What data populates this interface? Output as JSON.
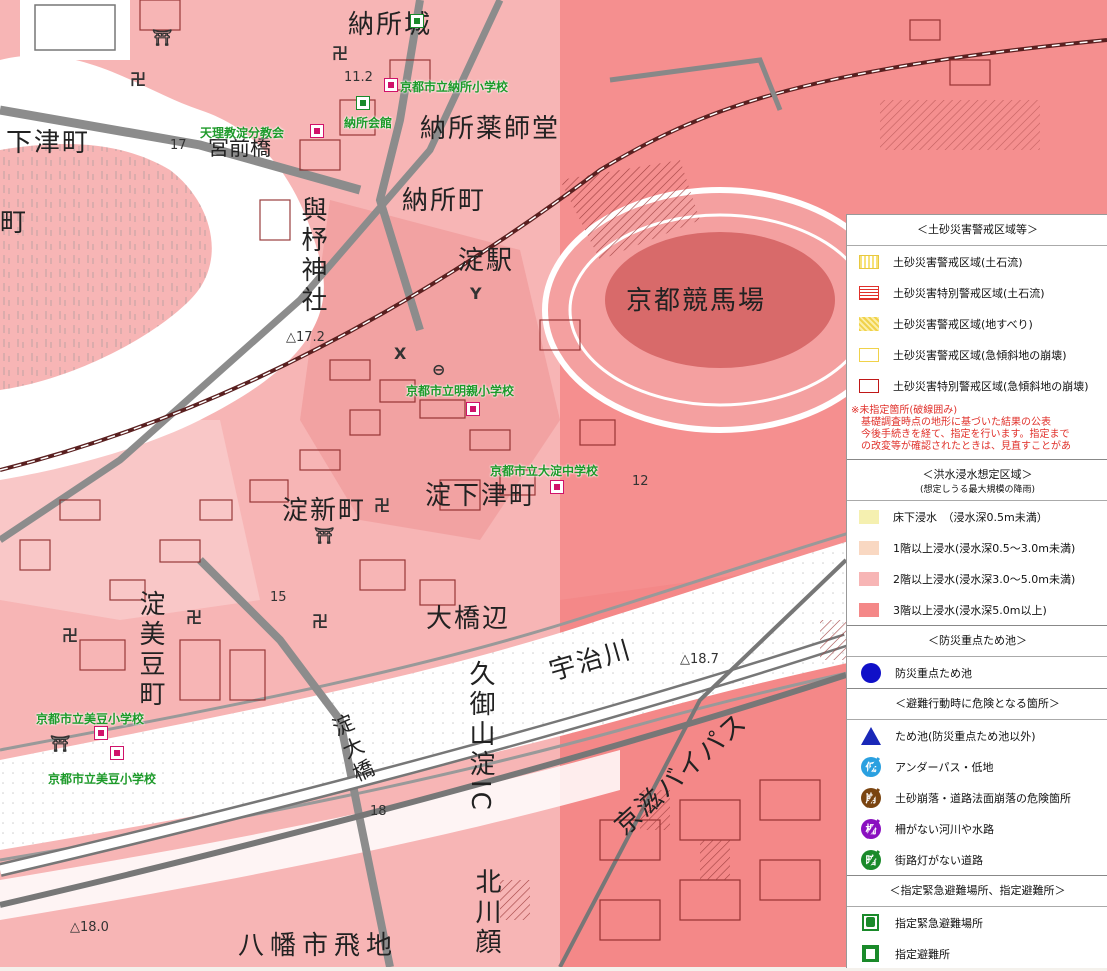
{
  "map": {
    "place_labels": {
      "nouso_jou": "納所城",
      "nouso_yakushido": "納所薬師堂",
      "nouso_machi": "納所町",
      "shimozu_machi_left": "下津町",
      "miyamae_bashi": "宮前橋",
      "yodo_eki": "淀駅",
      "kyoto_keibajo": "京都競馬場",
      "yoto_jinja": "與杼神社",
      "yodo_shinmachi": "淀新町",
      "yodo_shimozu_machi": "淀下津町",
      "ohashibe": "大橋辺",
      "ujigawa": "宇治川",
      "yodo_mizu_machi": "淀美豆町",
      "kumiyama_yodo_ic": "久御山淀IC",
      "yodo_ohashi": "淀大橋",
      "keiji_bypass": "京滋バイパス",
      "kitakawazura": "北川顔",
      "yawata_tobichi": "八幡市飛地",
      "left_edge_cho": "町"
    },
    "facility_labels": {
      "nouso_elementary": "京都市立納所小学校",
      "tenri_church": "天理教淀分教会",
      "nouso_hall": "納所会館",
      "meichin_elementary": "京都市立明親小学校",
      "yodo_junior_high": "京都市立大淀中学校",
      "mizu_elementary_1": "京都市立美豆小学校",
      "mizu_elementary_2": "京都市立美豆小学校"
    },
    "elevations": {
      "e1": "11.2",
      "e2": "17",
      "e3": "△17.2",
      "e4": "12",
      "e5": "15",
      "e6": "△18.7",
      "e7": "18",
      "e8": "△18.0"
    },
    "colors": {
      "flood_lt05": "#f5f0b0",
      "flood_05_3": "#f9d8c2",
      "flood_3_5": "#f7b5b5",
      "flood_gt5": "#f48888",
      "river": "#ffffff",
      "road": "#8c8c8c",
      "building": "#8e2a2a"
    }
  },
  "legend": {
    "sediment": {
      "header": "＜土砂災害警戒区域等＞",
      "items": [
        {
          "label": "土砂災害警戒区域(土石流)",
          "color": "#f7e27a",
          "style": "vstripe"
        },
        {
          "label": "土砂災害特別警戒区域(土石流)",
          "color": "#e0302a",
          "style": "hstripe"
        },
        {
          "label": "土砂災害警戒区域(地すべり)",
          "color": "#f0d24a",
          "style": "diag"
        },
        {
          "label": "土砂災害警戒区域(急傾斜地の崩壊)",
          "color": "#f0d24a",
          "style": "outline"
        },
        {
          "label": "土砂災害特別警戒区域(急傾斜地の崩壊)",
          "color": "#c01818",
          "style": "outline"
        }
      ],
      "note_lines": [
        "※未指定箇所(破線囲み)",
        "基礎調査時点の地形に基づいた結果の公表",
        "今後手続きを経て、指定を行います。指定まで",
        "の改変等が確認されたときは、見直すことがあ"
      ]
    },
    "flood": {
      "header": "＜洪水浸水想定区域＞",
      "subheader": "(想定しうる最大規模の降雨)",
      "items": [
        {
          "label": "床下浸水　（浸水深0.5m未満）",
          "color": "#f5f0b0"
        },
        {
          "label": "1階以上浸水(浸水深0.5〜3.0m未満)",
          "color": "#f9d8c2"
        },
        {
          "label": "2階以上浸水(浸水深3.0〜5.0m未満)",
          "color": "#f7b5b5"
        },
        {
          "label": "3階以上浸水(浸水深5.0m以上)",
          "color": "#f48888"
        }
      ]
    },
    "pond": {
      "header": "＜防災重点ため池＞",
      "items": [
        {
          "label": "防災重点ため池",
          "color": "#1010c8",
          "icon": "blue-circle-icon"
        }
      ]
    },
    "danger": {
      "header": "＜避難行動時に危険となる箇所＞",
      "items": [
        {
          "label": "ため池(防災重点ため池以外)",
          "glyph": "",
          "color": "#1a28b8",
          "icon": "triangle-icon"
        },
        {
          "label": "アンダーパス・低地",
          "glyph": "低",
          "color": "#2aa0e0",
          "icon": "underpass-icon"
        },
        {
          "label": "土砂崩落・道路法面崩落の危険箇所",
          "glyph": "崩",
          "color": "#7a4410",
          "icon": "landslide-icon"
        },
        {
          "label": "柵がない河川や水路",
          "glyph": "柵",
          "color": "#8a10c0",
          "icon": "no-fence-icon"
        },
        {
          "label": "街路灯がない道路",
          "glyph": "暗",
          "color": "#1a8a2a",
          "icon": "dark-road-icon"
        }
      ]
    },
    "shelter": {
      "header": "＜指定緊急避難場所、指定避難所＞",
      "items": [
        {
          "label": "指定緊急避難場所",
          "icon": "emergency-evacuation-site-icon"
        },
        {
          "label": "指定避難所",
          "icon": "evacuation-shelter-icon"
        }
      ]
    }
  }
}
